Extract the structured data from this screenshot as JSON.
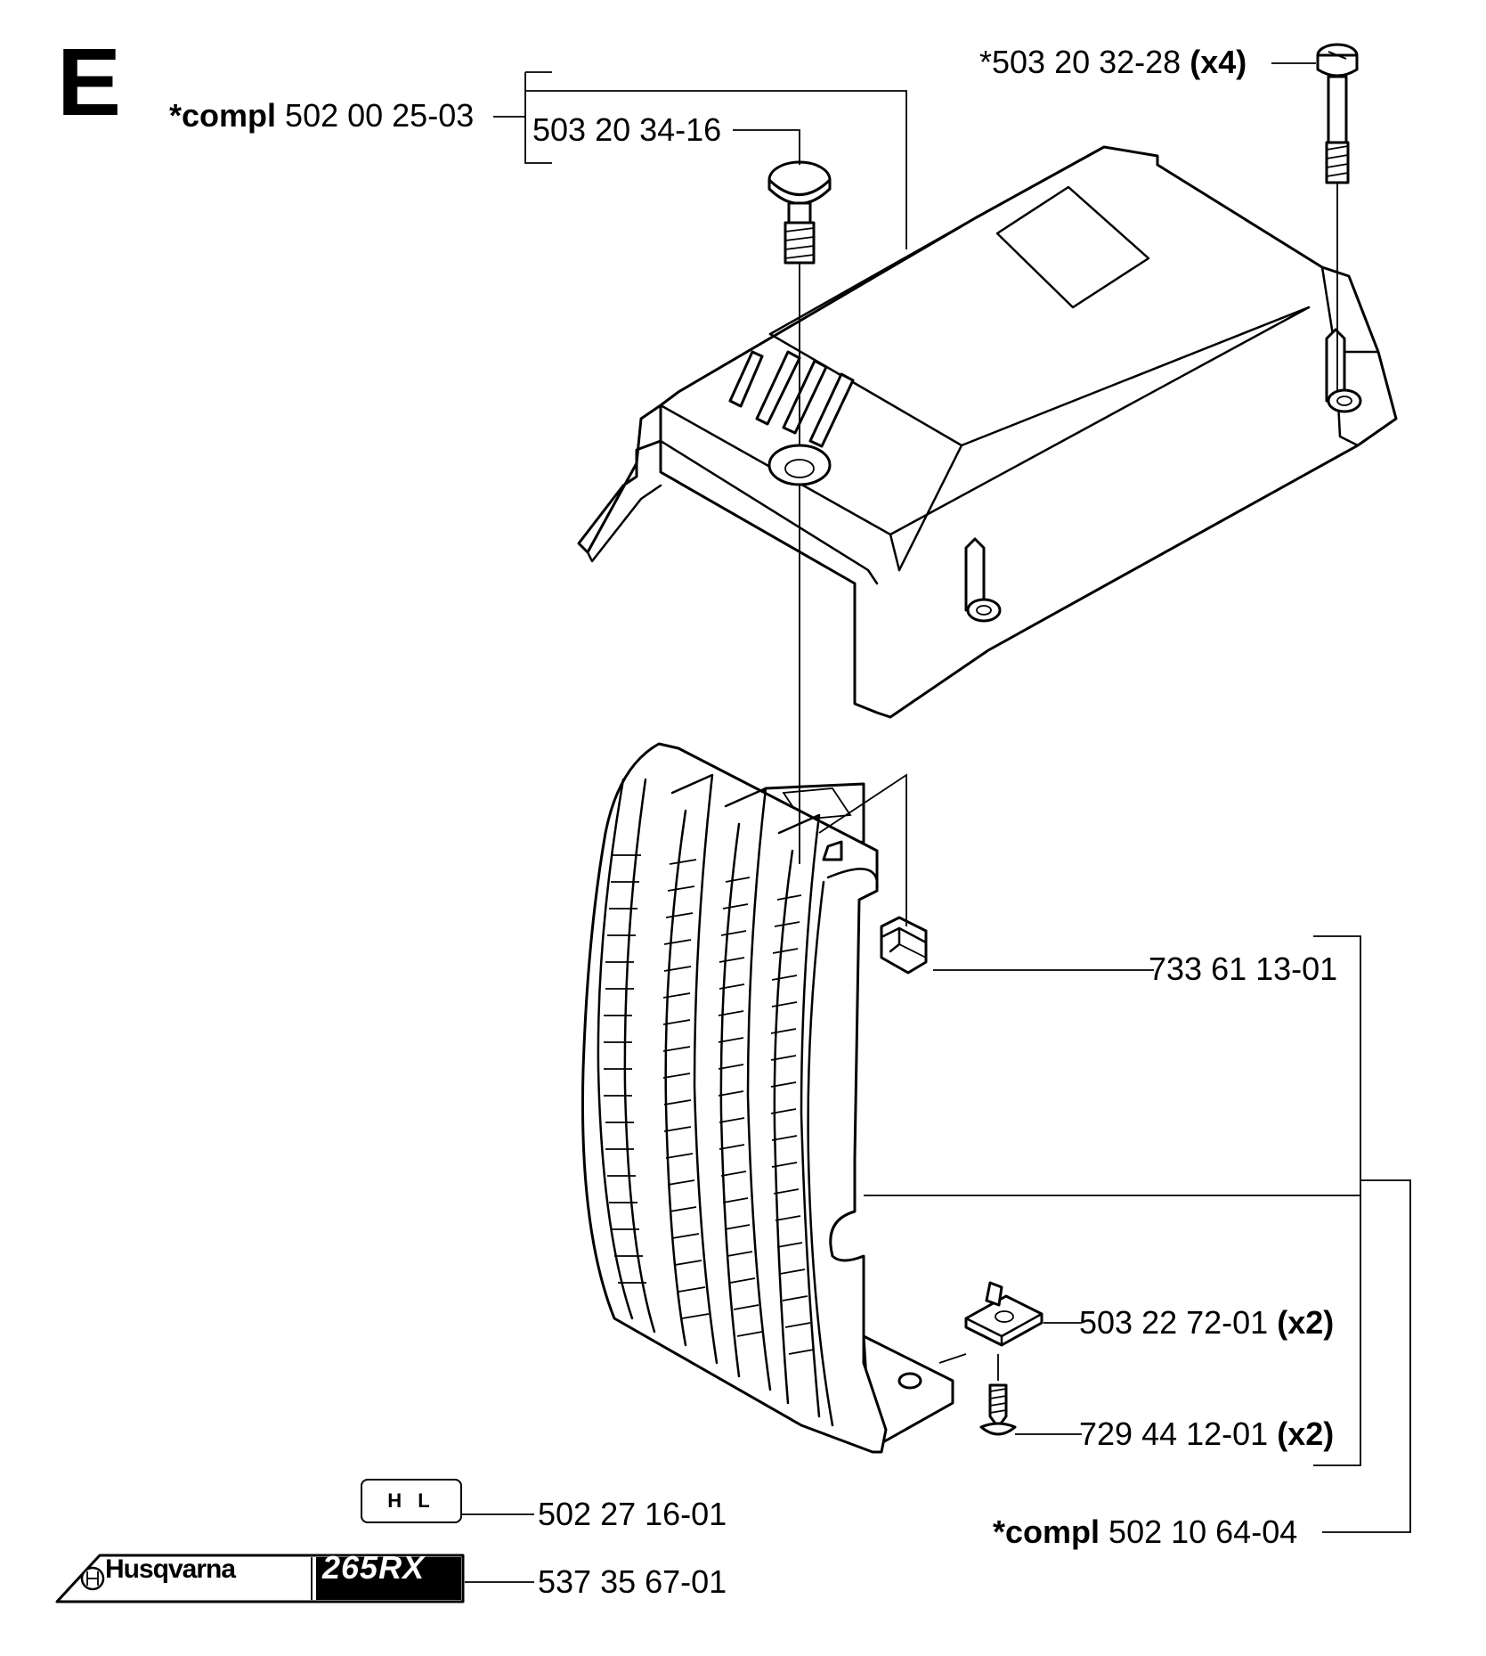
{
  "section_letter": "E",
  "parts": {
    "cover_compl": {
      "prefix": "*compl",
      "number": "502 00 25-03"
    },
    "cover_screw": {
      "number": "503 20 34-16"
    },
    "screw_x4": {
      "number": "*503 20 32-28",
      "qty": "(x4)"
    },
    "clip": {
      "number": "733 61 13-01"
    },
    "nut_x2": {
      "number": "503 22 72-01",
      "qty": "(x2)"
    },
    "screw_x2": {
      "number": "729 44 12-01",
      "qty": "(x2)"
    },
    "filter_compl": {
      "prefix": "*compl",
      "number": "502 10 64-04"
    },
    "hl_decal": {
      "number": "502 27 16-01",
      "text": "H L"
    },
    "model_decal": {
      "number": "537 35 67-01",
      "brand": "Husqvarna",
      "model": "265RX"
    }
  }
}
